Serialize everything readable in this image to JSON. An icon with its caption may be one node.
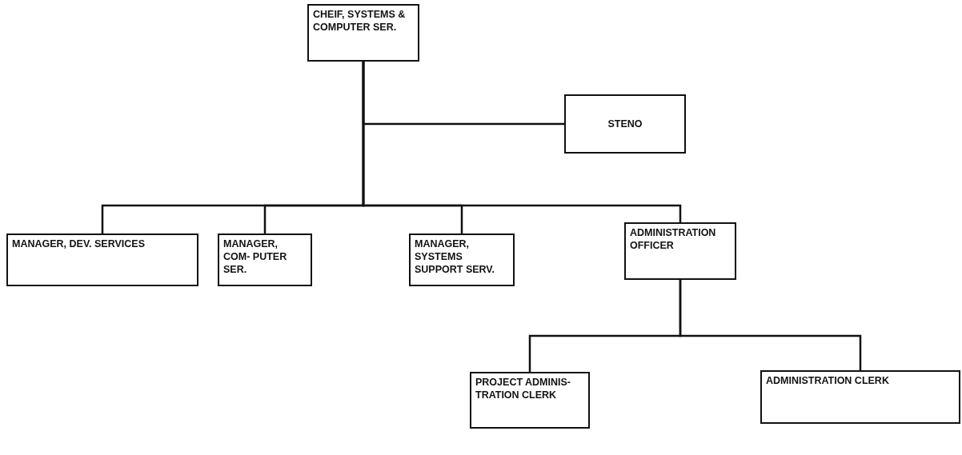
{
  "diagram": {
    "nodes": [
      {
        "text": [
          "CHEIF, SYSTEMS & COMPUTER SER."
        ]
      },
      {
        "text": [
          "STENO"
        ]
      },
      {
        "text": [
          "MANAGER, DEV. SERVICES"
        ]
      },
      {
        "text": [
          "MANAGER, COM- PUTER SER."
        ]
      },
      {
        "text": [
          "MANAGER, SYSTEMS SUPPORT SERV."
        ]
      },
      {
        "text": [
          "ADMINISTRATION OFFICER"
        ]
      },
      {
        "text": [
          "PROJECT ADMINIS- TRATION CLERK"
        ]
      },
      {
        "text": [
          "ADMINISTRATION CLERK"
        ]
      }
    ],
    "edges": [
      {
        "from": 0,
        "to": 1,
        "arrow": "none"
      },
      {
        "from": 0,
        "to": 2,
        "arrow": "none"
      },
      {
        "from": 0,
        "to": 3,
        "arrow": "none"
      },
      {
        "from": 0,
        "to": 4,
        "arrow": "none"
      },
      {
        "from": 0,
        "to": 5,
        "arrow": "none"
      },
      {
        "from": 5,
        "to": 6,
        "arrow": "none"
      },
      {
        "from": 5,
        "to": 7,
        "arrow": "none"
      }
    ]
  }
}
